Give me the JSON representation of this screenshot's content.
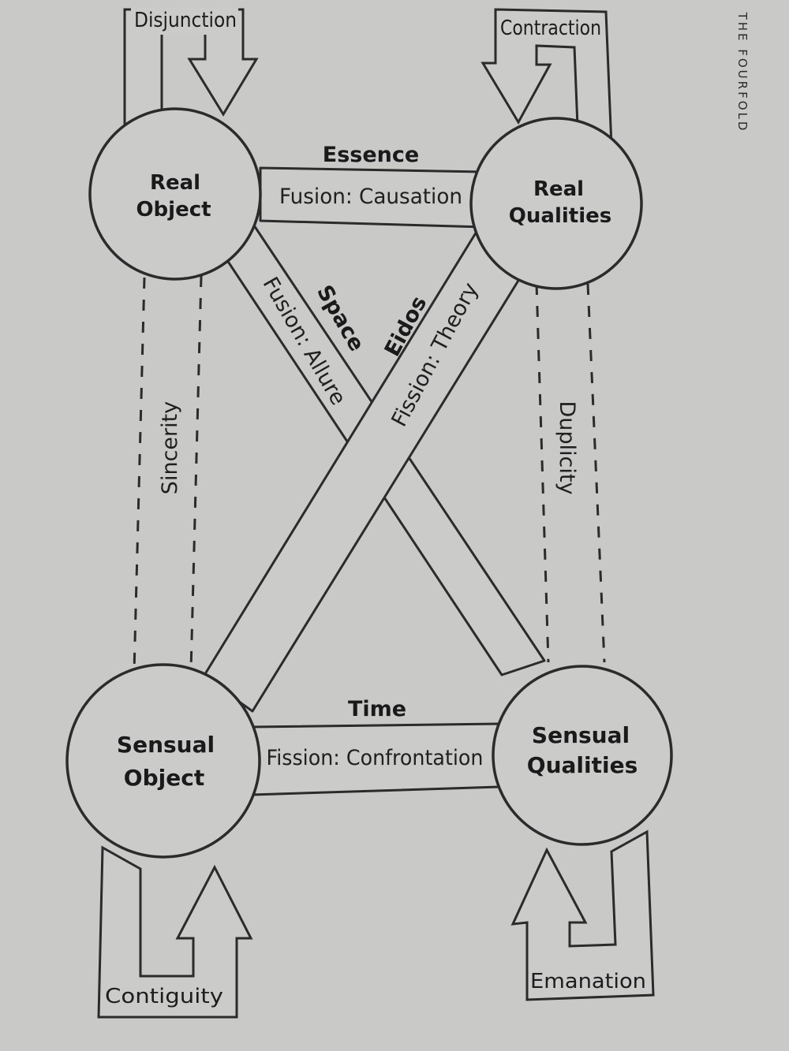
{
  "running_header": "THE FOURFOLD",
  "nodes": {
    "real_object": [
      "Real",
      "Object"
    ],
    "real_qualities": [
      "Real",
      "Qualities"
    ],
    "sensual_object": [
      "Sensual",
      "Object"
    ],
    "sensual_qualities": [
      "Sensual",
      "Qualities"
    ]
  },
  "tensions": {
    "essence": "Essence",
    "causation": "Fusion: Causation",
    "space": "Space",
    "allure": "Fusion: Allure",
    "eidos": "Eidos",
    "theory": "Fission: Theory",
    "time": "Time",
    "confrontation": "Fission: Confrontation"
  },
  "links": {
    "sincerity": "Sincerity",
    "duplicity": "Duplicity"
  },
  "loops": {
    "disjunction": "Disjunction",
    "contraction": "Contraction",
    "contiguity": "Contiguity",
    "emanation": "Emanation"
  }
}
